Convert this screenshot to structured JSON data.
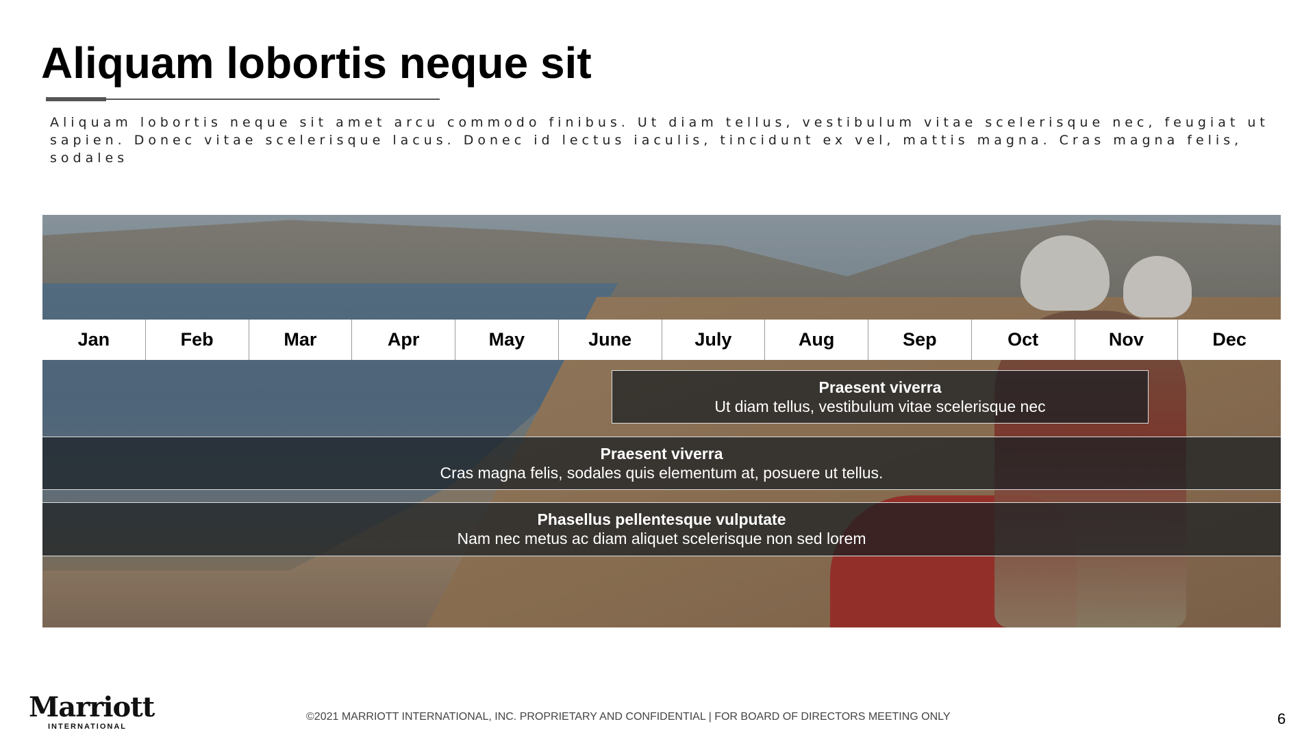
{
  "slide": {
    "title": "Aliquam lobortis neque sit",
    "subtitle": "Aliquam lobortis neque sit amet arcu commodo finibus. Ut diam tellus, vestibulum vitae scelerisque nec, feugiat ut sapien. Donec vitae scelerisque lacus. Donec id lectus iaculis, tincidunt ex vel, mattis magna. Cras magna felis, sodales",
    "months": [
      "Jan",
      "Feb",
      "Mar",
      "Apr",
      "May",
      "June",
      "July",
      "Aug",
      "Sep",
      "Oct",
      "Nov",
      "Dec"
    ],
    "bars": [
      {
        "title": "Praesent viverra",
        "subtitle": "Ut diam tellus, vestibulum vitae scelerisque nec"
      },
      {
        "title": "Praesent viverra",
        "subtitle": "Cras magna felis, sodales quis elementum at, posuere ut tellus."
      },
      {
        "title": "Phasellus pellentesque vulputate",
        "subtitle": "Nam nec metus ac diam aliquet scelerisque non sed lorem"
      }
    ]
  },
  "logo": {
    "word": "Marriott",
    "sub": "INTERNATIONAL"
  },
  "footer": {
    "text": "©2021 MARRIOTT INTERNATIONAL, INC. PROPRIETARY AND CONFIDENTIAL | FOR BOARD OF DIRECTORS MEETING ONLY",
    "page": "6"
  }
}
